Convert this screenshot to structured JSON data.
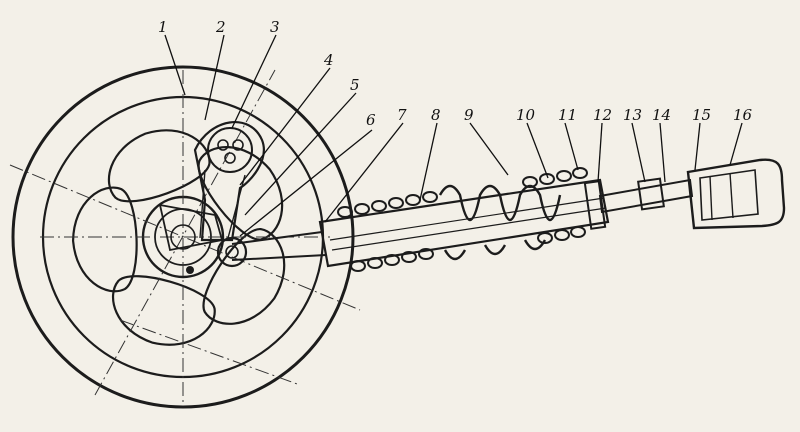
{
  "figure": {
    "labels": [
      "1",
      "2",
      "3",
      "4",
      "5",
      "6",
      "7",
      "8",
      "9",
      "10",
      "11",
      "12",
      "13",
      "14",
      "15",
      "16"
    ]
  },
  "colors": {
    "paper": "#f3f0e8",
    "ink": "#1c1c1c"
  }
}
